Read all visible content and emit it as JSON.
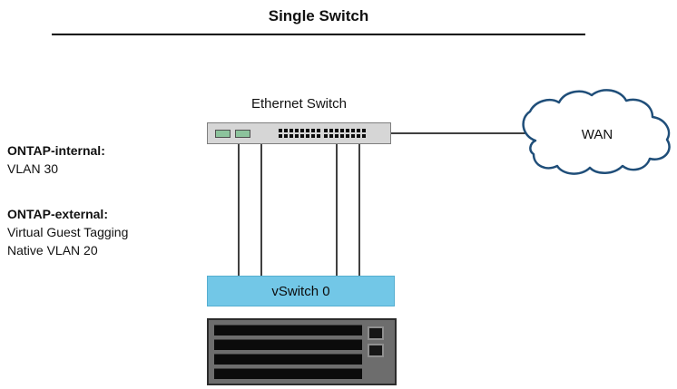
{
  "title": "Single Switch",
  "switch": {
    "label": "Ethernet Switch"
  },
  "wan": {
    "label": "WAN"
  },
  "vswitch": {
    "label": "vSwitch 0"
  },
  "notes": [
    {
      "heading": "ONTAP-internal:",
      "lines": [
        "VLAN 30"
      ]
    },
    {
      "heading": "ONTAP-external:",
      "lines": [
        "Virtual Guest Tagging",
        "Native VLAN 20"
      ]
    }
  ],
  "colors": {
    "vswitch_fill": "#72c7e7",
    "cloud_stroke": "#1f4e79",
    "switch_port_green": "#8cc39c",
    "line_color": "#000000"
  }
}
